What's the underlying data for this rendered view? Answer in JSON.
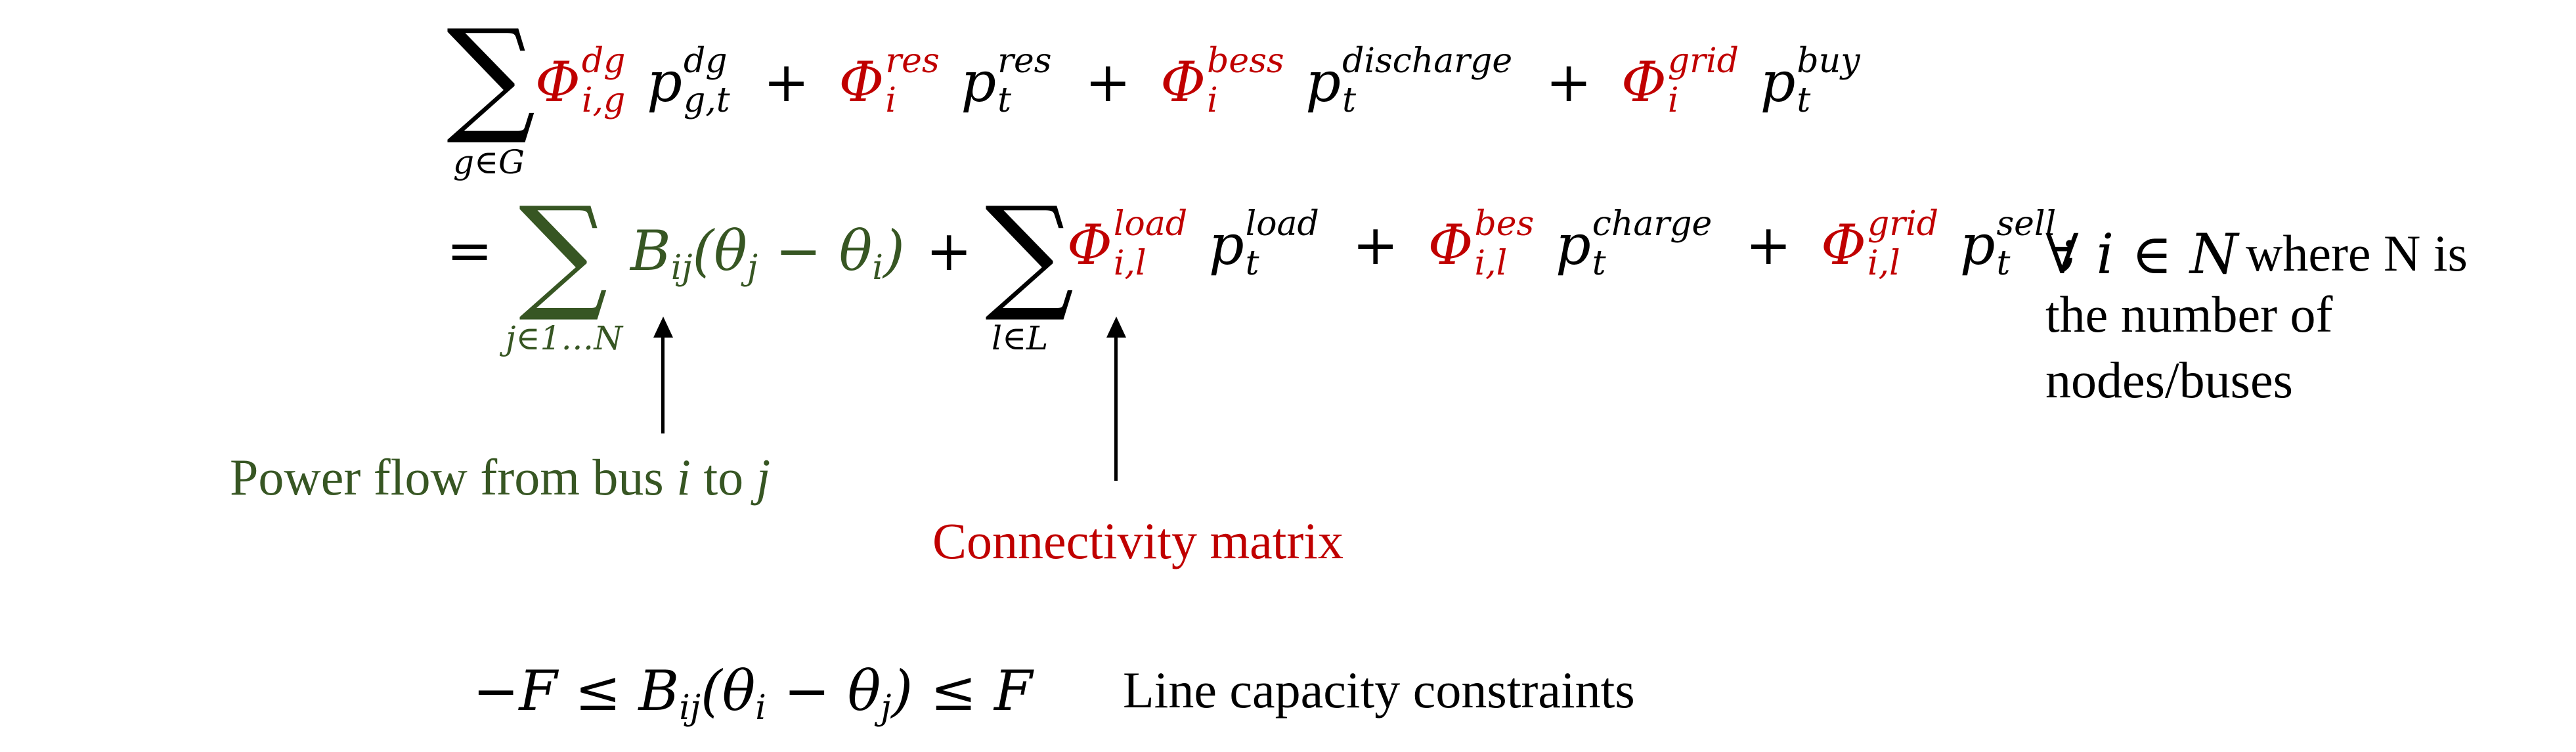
{
  "row1": {
    "sum_sub": "g∈G",
    "term_dg": {
      "sym": "Φ",
      "sup": "dg",
      "sub": "i,g",
      "p": "p",
      "psup": "dg",
      "psub": "g,t"
    },
    "term_res": {
      "sym": "Φ",
      "sup": "res",
      "sub": "i",
      "p": "p",
      "psup": "res",
      "psub": "t"
    },
    "term_bess": {
      "sym": "Φ",
      "sup": "bess",
      "sub": "i",
      "p": "p",
      "psup": "discharge",
      "psub": "t"
    },
    "term_grid": {
      "sym": "Φ",
      "sup": "grid",
      "sub": "i",
      "p": "p",
      "psup": "buy",
      "psub": "t"
    },
    "plus": "+"
  },
  "row2": {
    "equals": "=",
    "sum1_sub": "j∈1…N",
    "flow_expr": {
      "B": "B",
      "Bsub": "ij",
      "open": "(θ",
      "j": "j",
      "minus": " − θ",
      "i": "i",
      "close": ")"
    },
    "sum2_sub": "l∈L",
    "term_load": {
      "sym": "Φ",
      "sup": "load",
      "sub": "i,l",
      "p": "p",
      "psup": "load",
      "psub": "t"
    },
    "term_bes": {
      "sym": "Φ",
      "sup": "bes",
      "sub": "i,l",
      "p": "p",
      "psup": "charge",
      "psub": "t"
    },
    "term_grid_sell": {
      "sym": "Φ",
      "sup": "grid",
      "sub": "i,l",
      "p": "p",
      "psup": "sell",
      "psub": "t"
    },
    "semicolon": ";"
  },
  "side_note": {
    "forall": "∀ i ∈ N",
    "line1_rest": "where N is",
    "line2": "the number of",
    "line3": "nodes/buses"
  },
  "annotations": {
    "power_flow": {
      "text1": "Power flow from bus ",
      "i": "i",
      "text2": " to ",
      "j": "j"
    },
    "connectivity": "Connectivity matrix"
  },
  "constraint": {
    "lhs": "−F ≤ B",
    "Bsub": "ij",
    "paren": "(θ",
    "i": "i",
    "mid": " − θ",
    "j": "j",
    "rhs": ") ≤ F",
    "label": "Line capacity constraints"
  },
  "colors": {
    "red": "#c00000",
    "green": "#375623",
    "text": "#000000"
  }
}
